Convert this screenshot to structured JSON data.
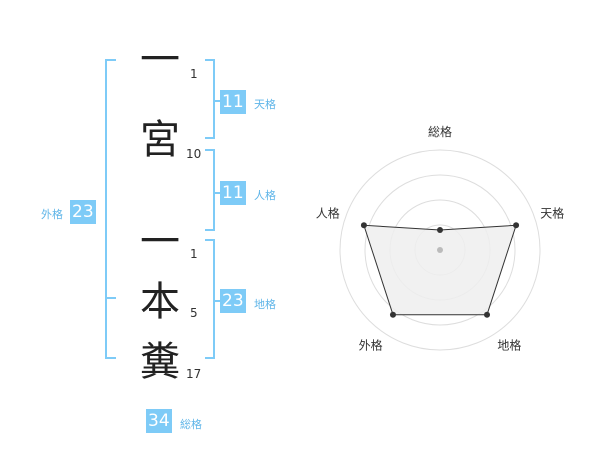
{
  "name_chars": [
    {
      "char": "一",
      "strokes": "1"
    },
    {
      "char": "宮",
      "strokes": "10"
    },
    {
      "char": "一",
      "strokes": "1"
    },
    {
      "char": "本",
      "strokes": "5"
    },
    {
      "char": "糞",
      "strokes": "17"
    }
  ],
  "fortune": {
    "tenkaku": {
      "value": "11",
      "label": "天格"
    },
    "jinkaku": {
      "value": "11",
      "label": "人格"
    },
    "chikaku": {
      "value": "23",
      "label": "地格"
    },
    "gaikaku": {
      "value": "23",
      "label": "外格"
    },
    "soukaku": {
      "value": "34",
      "label": "総格"
    }
  },
  "colors": {
    "accent": "#7ecbf7",
    "bracket": "#7ecbf7",
    "text": "#222222"
  },
  "chart_data": {
    "type": "radar",
    "axes": [
      "総格",
      "天格",
      "地格",
      "外格",
      "人格"
    ],
    "values": [
      1,
      4,
      4,
      4,
      4
    ],
    "rmax": 5,
    "rings": 4
  }
}
